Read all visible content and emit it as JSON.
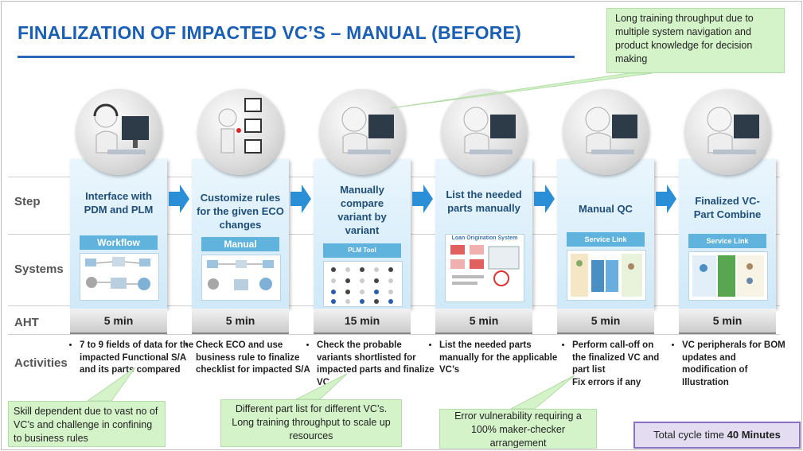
{
  "header": {
    "title": "FINALIZATION OF IMPACTED VC’S – MANUAL (BEFORE)"
  },
  "row_labels": {
    "step": "Step",
    "systems": "Systems",
    "aht": "AHT",
    "activities": "Activities"
  },
  "steps": [
    {
      "step": "Interface with PDM and PLM",
      "system": "Workflow",
      "aht": "5 min",
      "activities": [
        "7 to 9 fields of data for the impacted Functional S/A and its parts compared"
      ]
    },
    {
      "step": "Customize rules for the given ECO changes",
      "system": "Manual",
      "aht": "5 min",
      "activities": [
        "Check ECO and use business rule to finalize checklist for impacted S/A"
      ]
    },
    {
      "step": "Manually compare variant by variant",
      "system": "PLM Tool",
      "aht": "15 min",
      "activities": [
        "Check the probable variants shortlisted for impacted parts and finalize VC"
      ]
    },
    {
      "step": "List the needed parts manually",
      "system": "Loan Origination System",
      "aht": "5 min",
      "activities": [
        "List the needed parts manually for the applicable VC’s"
      ]
    },
    {
      "step": "Manual QC",
      "system": "Service Link",
      "aht": "5 min",
      "activities": [
        "Perform call-off on the finalized VC and part list",
        "Fix errors if any"
      ]
    },
    {
      "step": "Finalized VC- Part Combine",
      "system": "Service Link",
      "aht": "5 min",
      "activities": [
        "VC peripherals for BOM updates and modification of Illustration"
      ]
    }
  ],
  "callouts": {
    "training": "Long training throughput due to multiple system navigation and product knowledge for decision making",
    "skill": "Skill dependent due to vast no of VC’s and challenge in confining to business rules",
    "partlist": "Different part list for different VC’s. Long training throughput to scale up resources",
    "error": "Error vulnerability requiring a 100% maker-checker arrangement"
  },
  "total": {
    "label": "Total cycle time",
    "value": "40 Minutes"
  },
  "colors": {
    "title": "#1a5fb4",
    "column": "#cfe9f8",
    "arrow": "#2b8fd8",
    "callout": "#d4f3c9",
    "total_border": "#8a72c2"
  }
}
